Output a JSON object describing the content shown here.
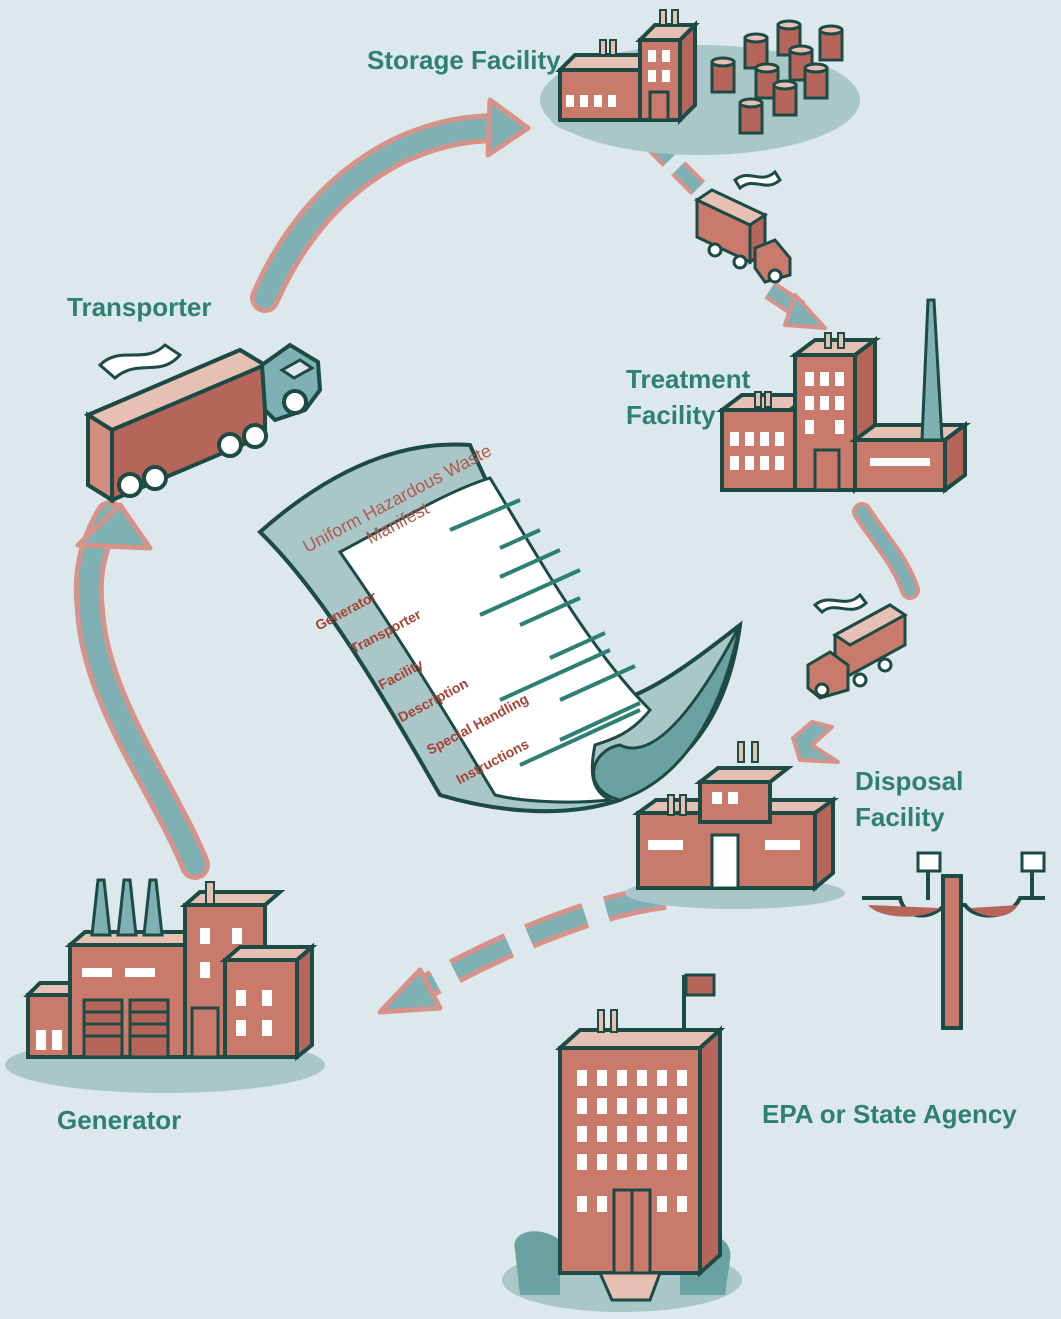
{
  "labels": {
    "storage": "Storage Facility",
    "transporter": "Transporter",
    "treatment_1": "Treatment",
    "treatment_2": "Facility",
    "disposal_1": "Disposal",
    "disposal_2": "Facility",
    "generator": "Generator",
    "agency": "EPA or State Agency"
  },
  "manifest": {
    "title_1": "Uniform Hazardous Waste",
    "title_2": "Manifest",
    "fields": [
      "Generator",
      "Transporter",
      "Facility",
      "Description",
      "Special Handling",
      "Instructions"
    ]
  },
  "colors": {
    "background": "#dde8ec",
    "label_teal": "#2e7f74",
    "brick": "#c97a6a",
    "brick_dark": "#b5655a",
    "arrow_teal": "#7fb0b4",
    "arrow_rim": "#d7928a",
    "manifest_field_red": "#a84233"
  }
}
